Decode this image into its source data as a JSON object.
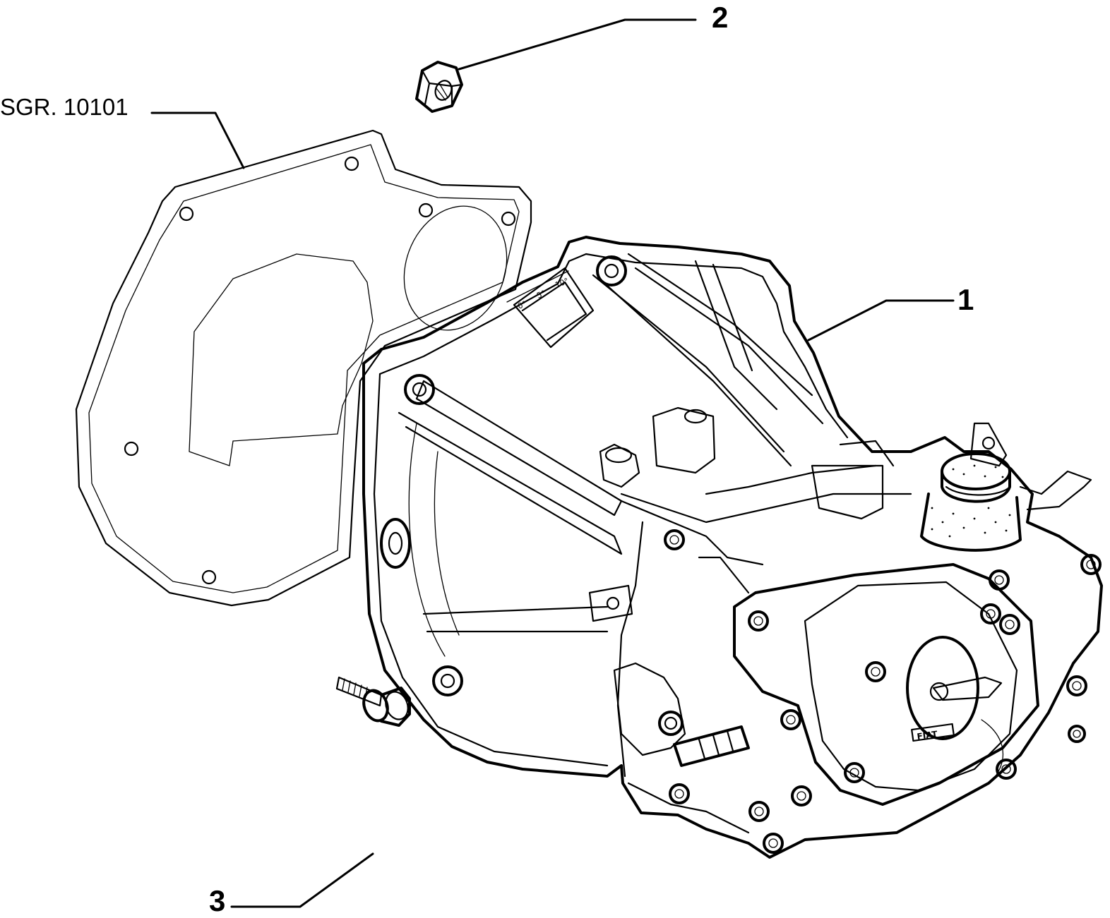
{
  "callouts": {
    "part_1": "1",
    "part_2": "2",
    "part_3": "3",
    "reference": "SGR. 10101"
  },
  "scale_marks": [
    "0°",
    "5°",
    "10°"
  ],
  "housing_logo": "FIAT",
  "colors": {
    "line": "#000000",
    "background": "#ffffff"
  }
}
